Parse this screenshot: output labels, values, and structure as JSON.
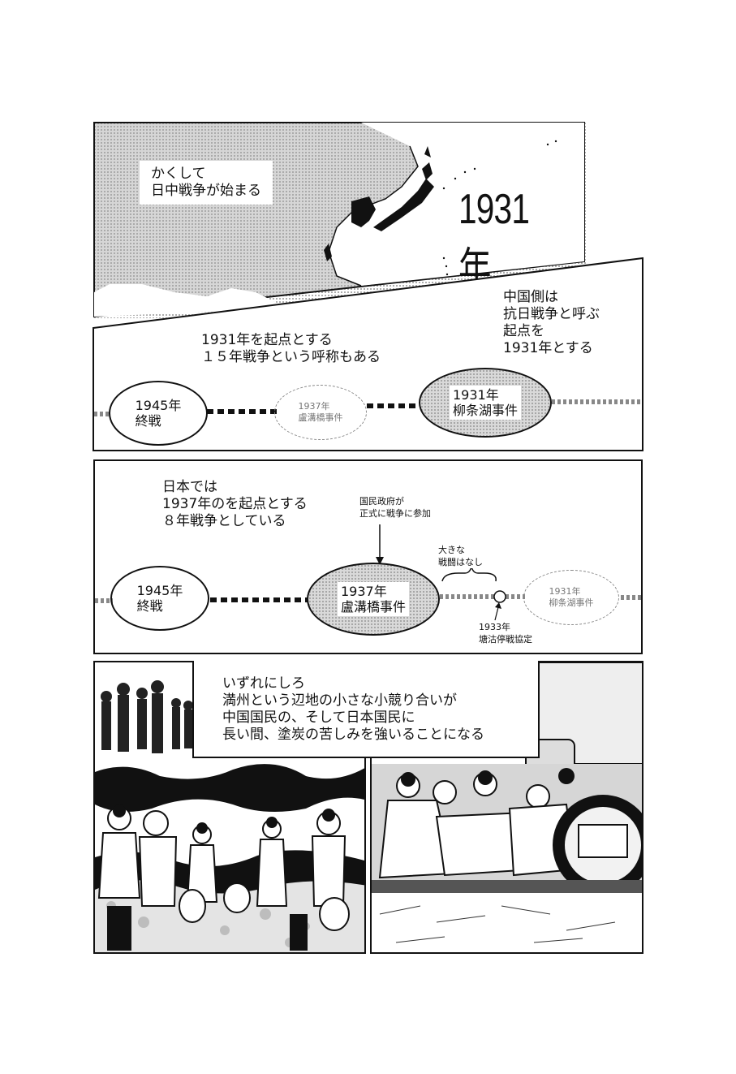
{
  "panel1": {
    "caption": "かくして\n日中戦争が始まる",
    "year": "1931年"
  },
  "panel2": {
    "caption_left": "1931年を起点とする\n１５年戦争という呼称もある",
    "caption_right": "中国側は\n抗日戦争と呼ぶ\n起点を\n1931年とする",
    "events": [
      {
        "label": "1945年\n終戦"
      },
      {
        "label": "1937年\n盧溝橋事件"
      },
      {
        "label": "1931年\n柳条湖事件"
      }
    ]
  },
  "panel3": {
    "caption": "日本では\n1937年のを起点とする\n８年戦争としている",
    "note_top": "国民政府が\n正式に戦争に参加",
    "note_brace": "大きな\n戦闘はなし",
    "note_bottom": "1933年\n塘沽停戦協定",
    "events": [
      {
        "label": "1945年\n終戦"
      },
      {
        "label": "1937年\n盧溝橋事件"
      },
      {
        "label": "1931年\n柳条湖事件"
      }
    ]
  },
  "panel4": {
    "caption": "いずれにしろ\n満州という辺地の小さな小競り合いが\n中国国民の、そして日本国民に\n長い間、塗炭の苦しみを強いることになる"
  }
}
